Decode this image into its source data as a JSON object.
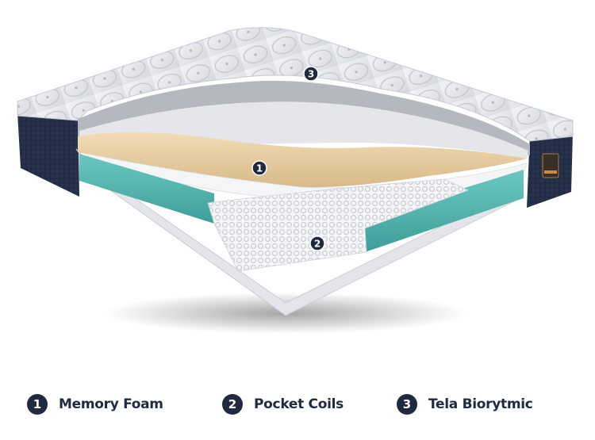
{
  "markers": {
    "m1": "1",
    "m2": "2",
    "m3": "3"
  },
  "legend": [
    {
      "number": "1",
      "label": "Memory Foam"
    },
    {
      "number": "2",
      "label": "Pocket Coils"
    },
    {
      "number": "3",
      "label": "Tela Biorytmic"
    }
  ],
  "colors": {
    "navy": "#1f2a40",
    "teal": "#4fb3ad",
    "memory_foam": "#e6cb9d",
    "cover": "#e9ebef"
  }
}
